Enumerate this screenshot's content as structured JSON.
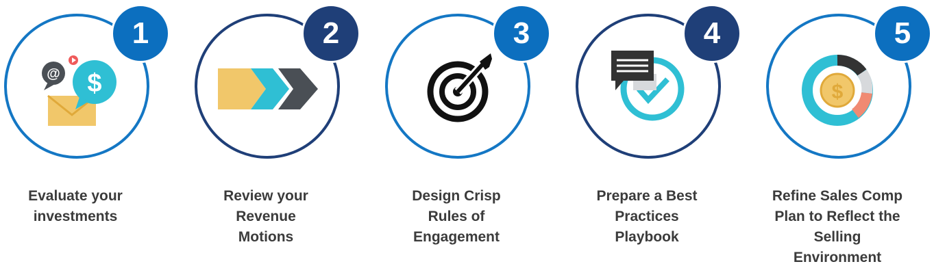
{
  "steps": [
    {
      "number": "1",
      "label_lines": [
        "Evaluate your",
        "investments"
      ],
      "icon": "money-email-icon"
    },
    {
      "number": "2",
      "label_lines": [
        "Review your",
        "Revenue",
        "Motions"
      ],
      "icon": "arrows-icon"
    },
    {
      "number": "3",
      "label_lines": [
        "Design Crisp",
        "Rules of",
        "Engagement"
      ],
      "icon": "target-icon"
    },
    {
      "number": "4",
      "label_lines": [
        "Prepare a Best",
        "Practices",
        "Playbook"
      ],
      "icon": "checklist-icon"
    },
    {
      "number": "5",
      "label_lines": [
        "Refine Sales Comp",
        "Plan to Reflect the",
        "Selling",
        "Environment"
      ],
      "icon": "coin-chart-icon"
    }
  ],
  "colors": {
    "ring_light": "#1477c4",
    "ring_dark": "#1f3f78",
    "badge_light": "#0c6fbf",
    "badge_dark": "#1f3f78",
    "label_text": "#3b3b3b"
  }
}
